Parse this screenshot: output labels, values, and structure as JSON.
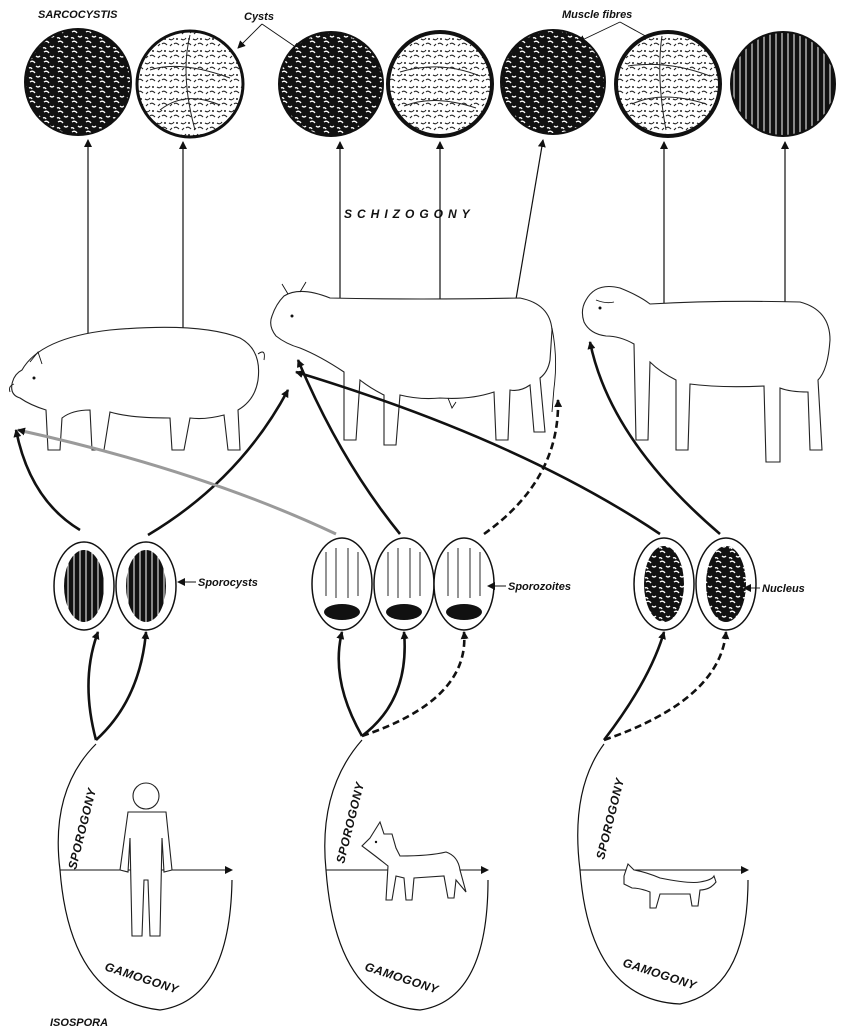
{
  "labels": {
    "sarcocystis": "SARCOCYSTIS",
    "cysts": "Cysts",
    "muscle_fibres": "Muscle fibres",
    "schizogony": "SCHIZOGONY",
    "sporocysts": "Sporocysts",
    "sporozoites": "Sporozoites",
    "nucleus": "Nucleus",
    "sporogony": "SPOROGONY",
    "gamogony": "GAMOGONY",
    "isospora": "ISOSPORA"
  },
  "colors": {
    "ink": "#111111",
    "paper": "#ffffff",
    "arrow_gray": "#9a9a9a"
  },
  "nodes": {
    "cyst_circles": 7,
    "intermediate_hosts": [
      "pig-icon",
      "cow-icon",
      "sheep-icon"
    ],
    "final_hosts": [
      "human-icon",
      "dog-icon",
      "cat-icon"
    ]
  }
}
